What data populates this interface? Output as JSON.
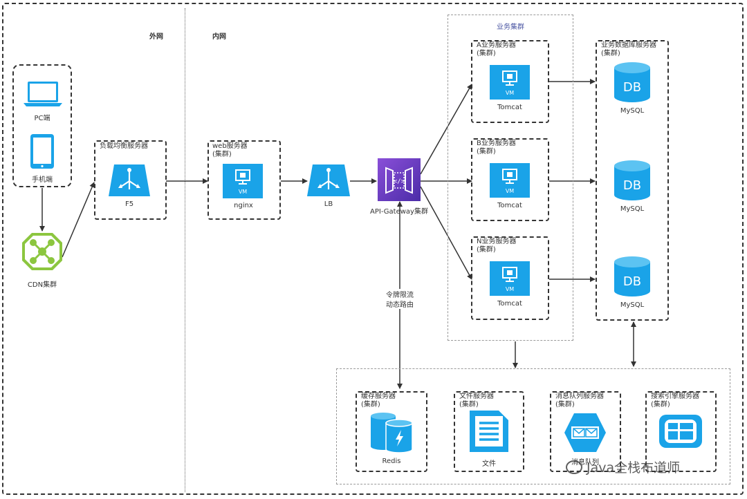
{
  "zones": {
    "external": "外网",
    "internal": "内网"
  },
  "clients": {
    "pc": "PC端",
    "mobile": "手机端",
    "cdn": "CDN集群"
  },
  "lb_server": {
    "title": "负载均衡服务器",
    "caption": "F5"
  },
  "web_server": {
    "title": "web服务器",
    "subtitle": "(集群)",
    "tile": "VM",
    "caption": "nginx"
  },
  "lb": {
    "caption": "LB"
  },
  "gateway": {
    "caption": "API-Gateway集群"
  },
  "gateway_link": {
    "line1": "令牌限流",
    "line2": "动态路由"
  },
  "business_cluster": {
    "title": "业务集群",
    "servers": [
      {
        "title": "A业务服务器",
        "subtitle": "(集群)",
        "tile": "VM",
        "caption": "Tomcat"
      },
      {
        "title": "B业务服务器",
        "subtitle": "(集群)",
        "tile": "VM",
        "caption": "Tomcat"
      },
      {
        "title": "N业务服务器",
        "subtitle": "(集群)",
        "tile": "VM",
        "caption": "Tomcat"
      }
    ]
  },
  "db_cluster": {
    "title": "业务数据库服务器",
    "subtitle": "(集群)",
    "dbs": [
      {
        "label": "DB",
        "caption": "MySQL"
      },
      {
        "label": "DB",
        "caption": "MySQL"
      },
      {
        "label": "DB",
        "caption": "MySQL"
      }
    ]
  },
  "services": [
    {
      "title": "缓存服务器",
      "subtitle": "(集群)",
      "caption": "Redis"
    },
    {
      "title": "文件服务器",
      "subtitle": "(集群)",
      "caption": "文件"
    },
    {
      "title": "消息队列服务器",
      "subtitle": "(集群)",
      "caption": "消息队列"
    },
    {
      "title": "搜索引擎服务器",
      "subtitle": "(集群)",
      "caption": ""
    }
  ],
  "watermark": "Java全栈布道师",
  "colors": {
    "azure": "#1aa3e8",
    "gateway": "#6b3fc7",
    "cdn": "#8cc63f"
  }
}
